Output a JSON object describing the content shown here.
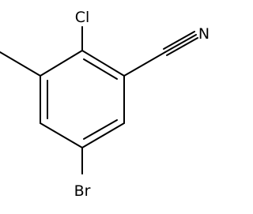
{
  "molecule": {
    "atoms": {
      "chlorine": "Cl",
      "nitrogen": "N",
      "bromine": "Br"
    },
    "substituents": [
      "chloro",
      "methyl",
      "nitrile",
      "bromo"
    ],
    "colors": {
      "bond": "#000000",
      "label": "#000000",
      "background": "#ffffff"
    }
  }
}
